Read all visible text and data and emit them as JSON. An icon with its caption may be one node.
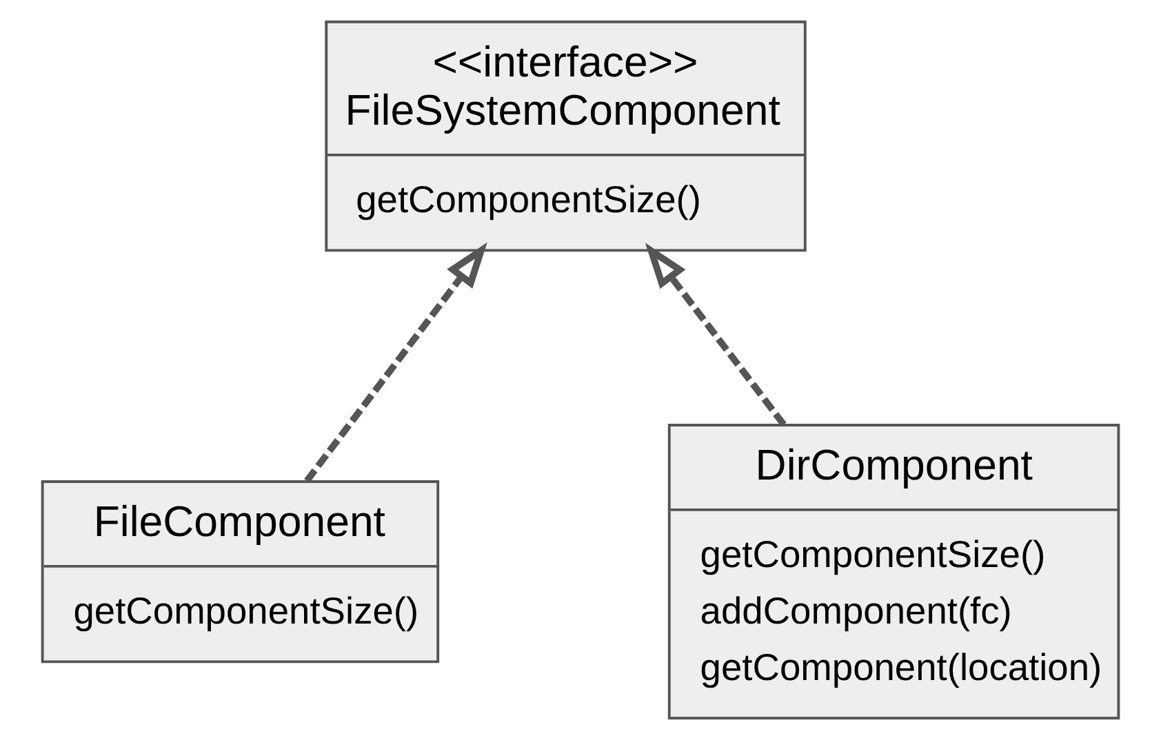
{
  "diagram": {
    "nodes": [
      {
        "text": [
          "<<interface>>",
          "FileSystemComponent",
          "getComponentSize()"
        ]
      },
      {
        "text": [
          "FileComponent",
          "getComponentSize()"
        ]
      },
      {
        "text": [
          "DirComponent",
          "getComponentSize()",
          "addComponent(fc)",
          "getComponent(location)"
        ]
      }
    ],
    "edges": [
      {
        "from": 1,
        "to": 0,
        "arrow": "to",
        "style": "dashed"
      },
      {
        "from": 2,
        "to": 0,
        "arrow": "to",
        "style": "dashed"
      }
    ]
  }
}
